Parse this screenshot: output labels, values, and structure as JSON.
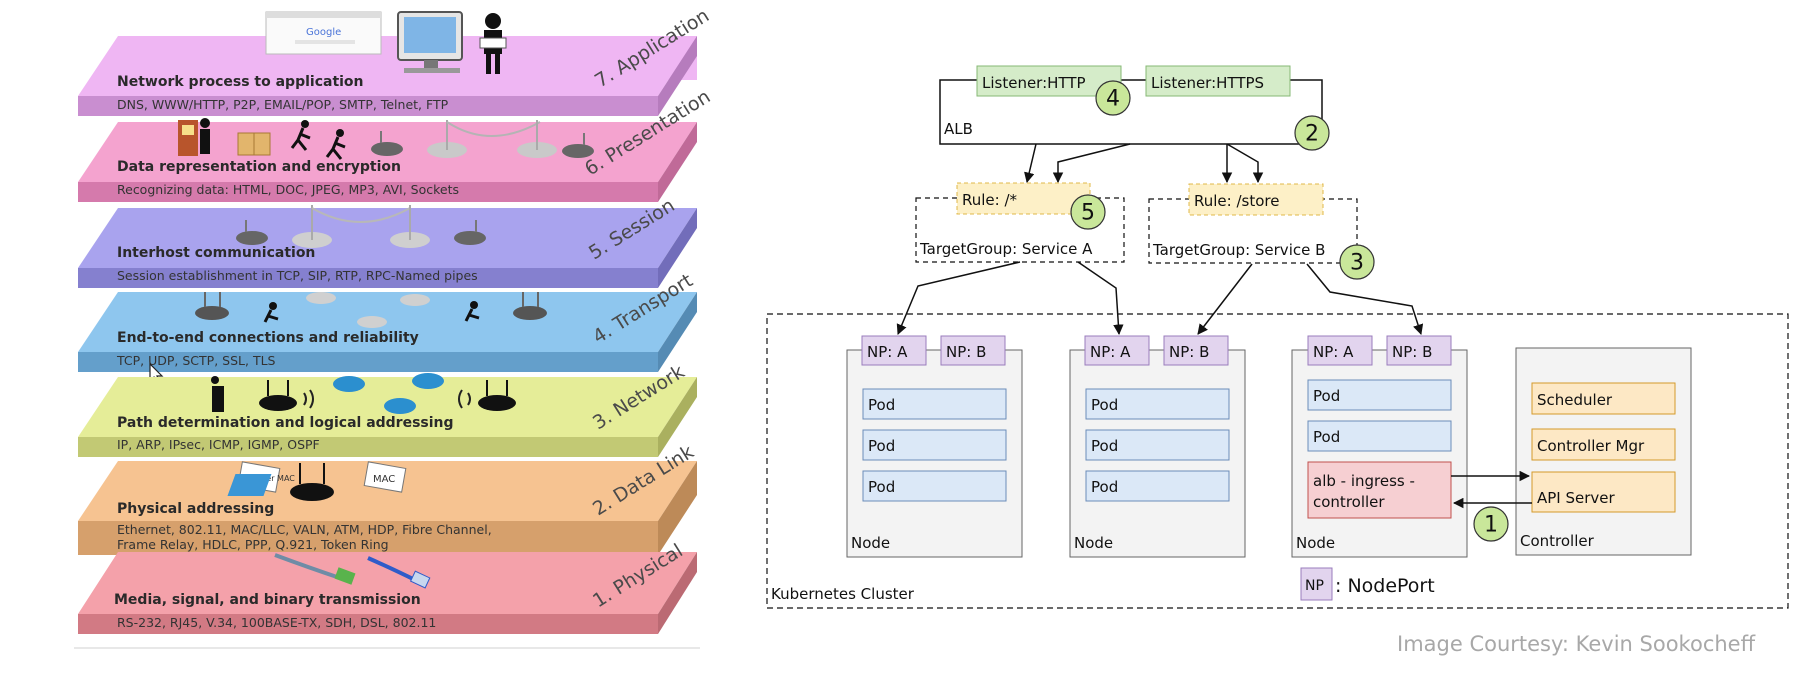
{
  "osi": {
    "layers": [
      {
        "name": "7. Application",
        "title": "Network process to application",
        "desc": "DNS, WWW/HTTP, P2P, EMAIL/POP, SMTP, Telnet, FTP",
        "top": "#efb6f3",
        "side": "#c98ed0"
      },
      {
        "name": "6. Presentation",
        "title": "Data representation and encryption",
        "desc": "Recognizing data: HTML, DOC, JPEG, MP3, AVI, Sockets",
        "top": "#f4a3cf",
        "side": "#d57aac"
      },
      {
        "name": "5. Session",
        "title": "Interhost communication",
        "desc": "Session establishment in TCP, SIP, RTP, RPC-Named pipes",
        "top": "#a9a3ee",
        "side": "#8580cf"
      },
      {
        "name": "4. Transport",
        "title": "End-to-end connections and reliability",
        "desc": "TCP, UDP, SCTP, SSL, TLS",
        "top": "#8ec6ee",
        "side": "#649fcb"
      },
      {
        "name": "3. Network",
        "title": "Path determination and logical addressing",
        "desc": "IP, ARP, IPsec, ICMP, IGMP, OSPF",
        "top": "#e5ed98",
        "side": "#c2c974"
      },
      {
        "name": "2. Data Link",
        "title": "Physical addressing",
        "desc": "Ethernet, 802.11, MAC/LLC, VALN, ATM, HDP, Fibre Channel,",
        "desc2": "Frame Relay, HDLC,  PPP, Q.921, Token Ring",
        "top": "#f6c391",
        "side": "#d6a06c"
      },
      {
        "name": "1. Physical",
        "title": "Media, signal, and binary transmission",
        "desc": "RS-232, RJ45, V.34, 100BASE-TX, SDH, DSL, 802.11",
        "top": "#f4a1aa",
        "side": "#d27a84"
      }
    ],
    "google_label": "Google",
    "router_label": "Router MAC",
    "mac_label": "MAC"
  },
  "k8s": {
    "alb_label": "ALB",
    "listener_http": "Listener:HTTP",
    "listener_https": "Listener:HTTPS",
    "rule_a": "Rule: /*",
    "rule_b": "Rule: /store",
    "tg_a": "TargetGroup: Service A",
    "tg_b": "TargetGroup: Service B",
    "np_a": "NP: A",
    "np_b": "NP: B",
    "pod": "Pod",
    "node": "Node",
    "ingress_line1": "alb - ingress -",
    "ingress_line2": "controller",
    "scheduler": "Scheduler",
    "controller_mgr": "Controller Mgr",
    "api_server": "API Server",
    "controller": "Controller",
    "cluster": "Kubernetes Cluster",
    "legend_np": "NP",
    "legend_text": ": NodePort",
    "badges": [
      "1",
      "2",
      "3",
      "4",
      "5"
    ],
    "colors": {
      "listener": "#d5ecc9",
      "rule": "#fdf0c7",
      "np": "#e2d4ee",
      "pod": "#dbe8f7",
      "pod_border": "#6b8cb8",
      "ctrl_fill": "#fde8c5",
      "ctrl_border": "#d49a2a",
      "ingress": "#f6cfd2",
      "badge": "#c9e79a"
    }
  },
  "courtesy": "Image Courtesy: Kevin Sookocheff"
}
